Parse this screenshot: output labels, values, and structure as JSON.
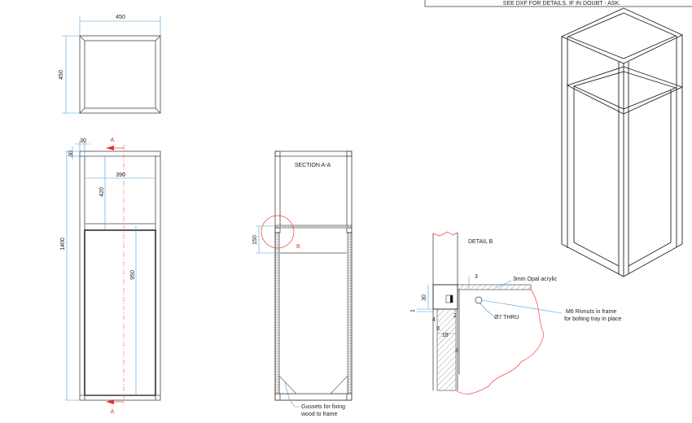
{
  "title_block": {
    "note": "SEE DXF FOR DETAILS.   IF IN DOUBT - ASK."
  },
  "top_view": {
    "width_dim": "450",
    "depth_dim": "450"
  },
  "front_view": {
    "section_marker_top": "A",
    "section_marker_bottom": "A",
    "dim_height": "1400",
    "dim_top_rail": "30",
    "dim_post": "30",
    "dim_inner_width": "390",
    "dim_upper": "420",
    "dim_lower": "950"
  },
  "section_view": {
    "title": "SECTION A-A",
    "detail_marker": "B",
    "dim_tray": "150",
    "gusset_note_line1": "Gussets for fixing",
    "gusset_note_line2": "wood to frame"
  },
  "detail_b": {
    "title": "DETAIL B",
    "dim_acrylic": "3",
    "acrylic_note": "3mm Opal acrylic",
    "dim_frame": "30",
    "dim_gap": "1",
    "rivnut_line1": "M6 Rivnuts in frame",
    "rivnut_line2": "for bolting tray in place",
    "hole_note": "Ø7 THRU",
    "dim_4": "4",
    "dim_2": "2",
    "dim_3a": "3",
    "dim_18": "18",
    "dim_3b": "3"
  },
  "colors": {
    "dimension": "#4a9bd6",
    "section": "#e53030"
  }
}
